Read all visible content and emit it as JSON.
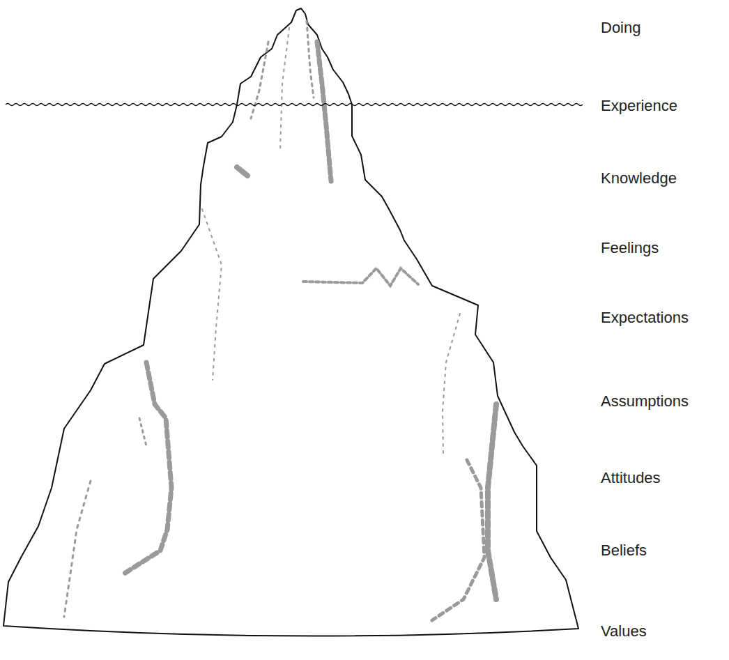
{
  "diagram": {
    "labels": [
      "Doing",
      "Experience",
      "Knowledge",
      "Feelings",
      "Expectations",
      "Assumptions",
      "Attitudes",
      "Beliefs",
      "Values"
    ]
  }
}
